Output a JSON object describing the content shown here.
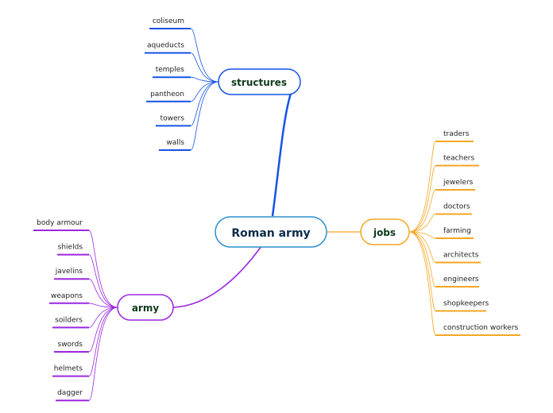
{
  "central": {
    "label": "Roman army",
    "color": "#2b8fd0",
    "text_color": "#0c2b4a"
  },
  "branches": [
    {
      "key": "structures",
      "label": "structures",
      "color": "#1553e6",
      "text_color": "#0d3b1a",
      "items": [
        "coliseum",
        "aqueducts",
        "temples",
        "pantheon",
        "towers",
        "walls"
      ]
    },
    {
      "key": "jobs",
      "label": "jobs",
      "color": "#f5a623",
      "text_color": "#0d3b1a",
      "items": [
        "traders",
        "teachers",
        "jewelers",
        "doctors",
        "farming",
        "architects",
        "engineers",
        "shopkeepers",
        "construction workers"
      ]
    },
    {
      "key": "army",
      "label": "army",
      "color": "#9b27e0",
      "text_color": "#0d3b1a",
      "items": [
        "body armour",
        "shields",
        "javelins",
        "weapons",
        "soilders",
        "swords",
        "helmets",
        "dagger"
      ]
    }
  ]
}
